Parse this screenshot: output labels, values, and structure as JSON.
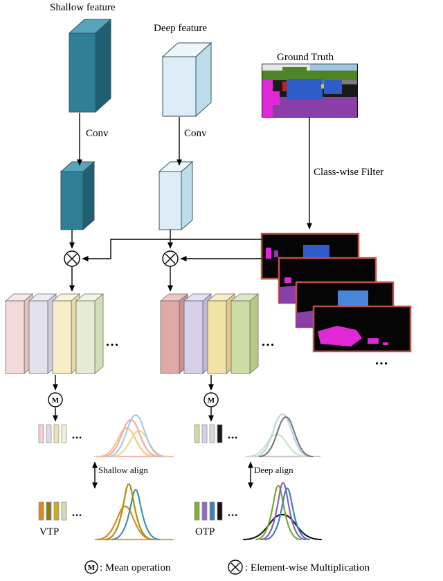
{
  "figure": {
    "labels": {
      "shallow_feature": "Shallow feature",
      "deep_feature": "Deep feature",
      "ground_truth": "Ground Truth",
      "conv_shallow": "Conv",
      "conv_deep": "Conv",
      "class_wise_filter": "Class-wise Filter",
      "shallow_align": "Shallow align",
      "deep_align": "Deep align",
      "vtp": "VTP",
      "otp": "OTP"
    },
    "symbols": {
      "mean": "M",
      "ellipsis": "..."
    },
    "legend": {
      "mean_symbol": "M",
      "mean_text": ": Mean operation",
      "mult_text": ": Element-wise Multiplication"
    },
    "colors": {
      "shallow_box": {
        "front": "#2f7f96",
        "top": "#57a5ba",
        "side": "#1f5f72"
      },
      "deep_box": {
        "front": "#dcedf8",
        "top": "#ecf6fb",
        "side": "#bcdcec"
      },
      "mask_border": "#bf5248",
      "class_blue": "#2e5cc8",
      "class_purple": "#8a3fa8",
      "class_magenta": "#e028d8",
      "class_green": "#4d8426",
      "shallow_group": [
        {
          "front": "#f2dada",
          "top": "#f8e9e9",
          "side": "#dfc2c2"
        },
        {
          "front": "#e4e1ee",
          "top": "#efedf6",
          "side": "#d0cce2"
        },
        {
          "front": "#f7edc6",
          "top": "#fbf4da",
          "side": "#e8d8a6"
        },
        {
          "front": "#e4edd3",
          "top": "#eff5e3",
          "side": "#d0dfb6"
        }
      ],
      "deep_group": [
        {
          "front": "#dfaaa6",
          "top": "#ecc8c5",
          "side": "#c8918d"
        },
        {
          "front": "#d6d0e6",
          "top": "#e5e1f0",
          "side": "#bfb7d6"
        },
        {
          "front": "#f2e3a4",
          "top": "#f8eec2",
          "side": "#dfcc84"
        },
        {
          "front": "#ccdca4",
          "top": "#dde9c0",
          "side": "#b6c987"
        }
      ],
      "shallow_proto": [
        "#f3cfcf",
        "#ded9ec",
        "#f0e3b2",
        "#f4eed9"
      ],
      "vtp_proto": [
        "#e2861f",
        "#8f7a1e",
        "#c9a92e",
        "#dcd2bd"
      ],
      "deep_proto": [
        "#ccdba6",
        "#d7d0e8",
        "#d9d9d9",
        "#1a1a1a"
      ],
      "otp_proto": [
        "#7fae3f",
        "#8f6fc4",
        "#3f7fc0",
        "#111111"
      ],
      "shallow_dist": [
        "#a9c9e8",
        "#f2a9a2",
        "#f6c38b",
        "#e9d98e",
        "#f2b7b0"
      ],
      "vtp_dist": [
        "#a98f12",
        "#3f93ab",
        "#e2861f",
        "#e2a05a"
      ],
      "deep_dist": [
        "#b9d5e2",
        "#7a7a7a",
        "#cfe0c4",
        "#c8c8c8"
      ],
      "otp_dist": [
        "#76a832",
        "#8b5cc4",
        "#3f7fc0",
        "#1a1a1a"
      ]
    }
  }
}
